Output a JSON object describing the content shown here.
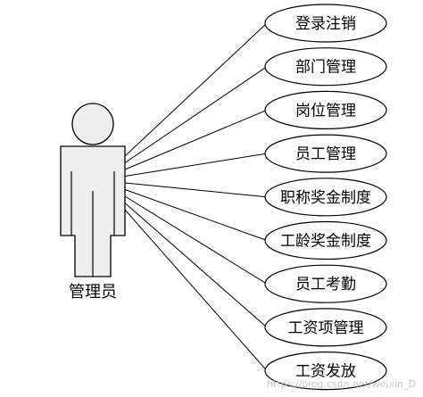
{
  "actor": {
    "label": "管理员"
  },
  "use_cases": [
    {
      "label": "登录注销"
    },
    {
      "label": "部门管理"
    },
    {
      "label": "岗位管理"
    },
    {
      "label": "员工管理"
    },
    {
      "label": "职称奖金制度"
    },
    {
      "label": "工龄奖金制度"
    },
    {
      "label": "员工考勤"
    },
    {
      "label": "工资项管理"
    },
    {
      "label": "工资发放"
    }
  ],
  "watermark": "https://blog.csdn.net/weixin_D",
  "colors": {
    "stroke": "#000000",
    "actor_fill": "#eeeeee",
    "ellipse_fill": "#ffffff"
  }
}
